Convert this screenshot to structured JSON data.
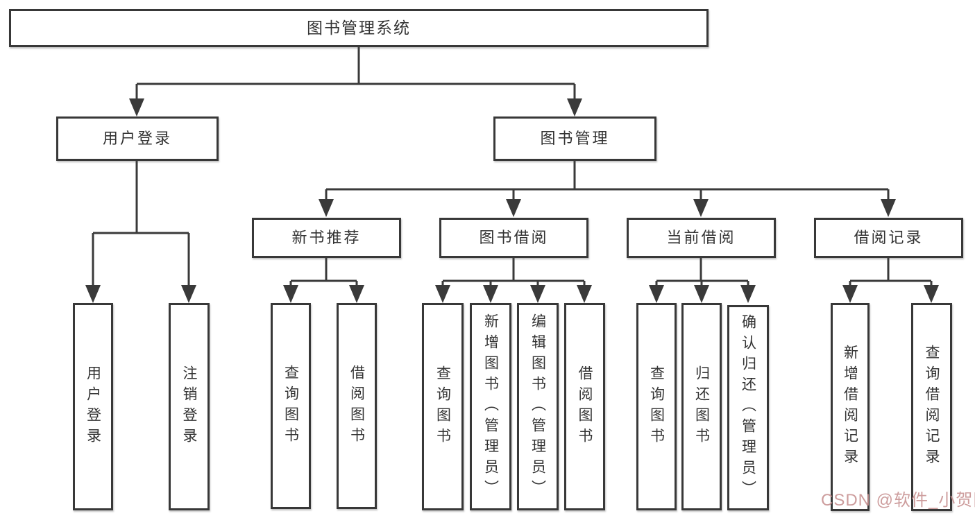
{
  "tree": {
    "label": "图书管理系统",
    "children": [
      {
        "label": "用户登录",
        "children": [
          {
            "label": "用户登录"
          },
          {
            "label": "注销登录"
          }
        ]
      },
      {
        "label": "图书管理",
        "children": [
          {
            "label": "新书推荐",
            "children": [
              {
                "label": "查询图书"
              },
              {
                "label": "借阅图书"
              }
            ]
          },
          {
            "label": "图书借阅",
            "children": [
              {
                "label": "查询图书"
              },
              {
                "label": "新增图书（管理员）"
              },
              {
                "label": "编辑图书（管理员）"
              },
              {
                "label": "借阅图书"
              }
            ]
          },
          {
            "label": "当前借阅",
            "children": [
              {
                "label": "查询图书"
              },
              {
                "label": "归还图书"
              },
              {
                "label": "确认归还（管理员）"
              }
            ]
          },
          {
            "label": "借阅记录",
            "children": [
              {
                "label": "新增借阅记录"
              },
              {
                "label": "查询借阅记录"
              }
            ]
          }
        ]
      }
    ]
  },
  "watermark": {
    "text": "CSDN @软件_小贺同学",
    "color": "#c48c8c"
  },
  "colors": {
    "line": "#3a3a3a",
    "box_border": "#383838",
    "text": "#333333",
    "background": "#ffffff"
  }
}
